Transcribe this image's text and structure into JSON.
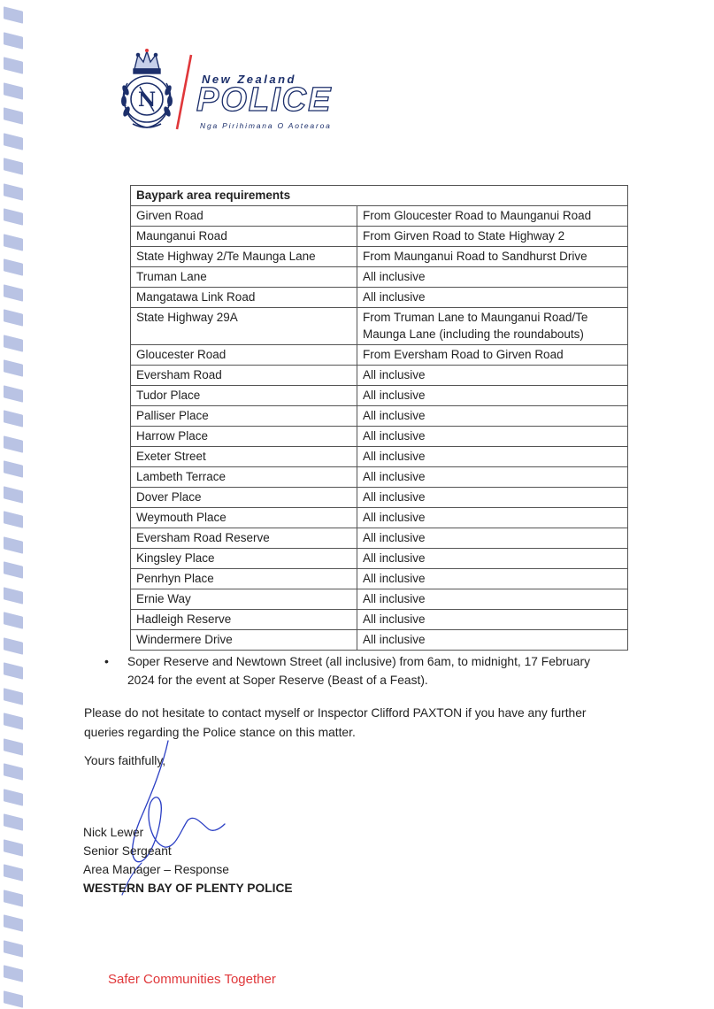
{
  "logo": {
    "top_text": "New Zealand",
    "word": "POLICE",
    "subtitle": "Nga Pirihimana O Aotearoa"
  },
  "table": {
    "header": "Baypark area requirements",
    "rows": [
      [
        "Girven Road",
        "From Gloucester Road to Maunganui Road"
      ],
      [
        "Maunganui Road",
        "From Girven Road to State Highway 2"
      ],
      [
        "State Highway 2/Te Maunga Lane",
        "From Maunganui Road to Sandhurst Drive"
      ],
      [
        "Truman Lane",
        "All inclusive"
      ],
      [
        "Mangatawa Link Road",
        "All inclusive"
      ],
      [
        "State Highway 29A",
        "From Truman Lane to Maunganui Road/Te Maunga Lane (including the roundabouts)"
      ],
      [
        "Gloucester Road",
        "From Eversham Road to Girven Road"
      ],
      [
        "Eversham Road",
        "All inclusive"
      ],
      [
        "Tudor Place",
        "All inclusive"
      ],
      [
        "Palliser Place",
        "All inclusive"
      ],
      [
        "Harrow Place",
        "All inclusive"
      ],
      [
        "Exeter Street",
        "All inclusive"
      ],
      [
        "Lambeth Terrace",
        "All inclusive"
      ],
      [
        "Dover Place",
        "All inclusive"
      ],
      [
        "Weymouth Place",
        "All inclusive"
      ],
      [
        "Eversham Road Reserve",
        "All inclusive"
      ],
      [
        "Kingsley Place",
        "All inclusive"
      ],
      [
        "Penrhyn Place",
        "All inclusive"
      ],
      [
        "Ernie Way",
        "All inclusive"
      ],
      [
        "Hadleigh Reserve",
        "All inclusive"
      ],
      [
        "Windermere Drive",
        "All inclusive"
      ]
    ]
  },
  "bullets": [
    "Soper Reserve and Newtown Street (all inclusive) from 6am, to midnight, 17 February 2024 for the event at Soper Reserve (Beast of a Feast)."
  ],
  "paragraph": "Please do not hesitate to contact myself or Inspector Clifford PAXTON if you have any further queries regarding the Police stance on this matter.",
  "closing": "Yours faithfully,",
  "signatory": {
    "name": "Nick Lewer",
    "rank": "Senior Sergeant",
    "role": "Area Manager – Response",
    "unit": "WESTERN BAY OF PLENTY POLICE"
  },
  "footer": "Safer Communities Together",
  "colors": {
    "brand_navy": "#1c2f6b",
    "brand_red": "#e0373a",
    "edge_marks": "#b9c3e4"
  }
}
